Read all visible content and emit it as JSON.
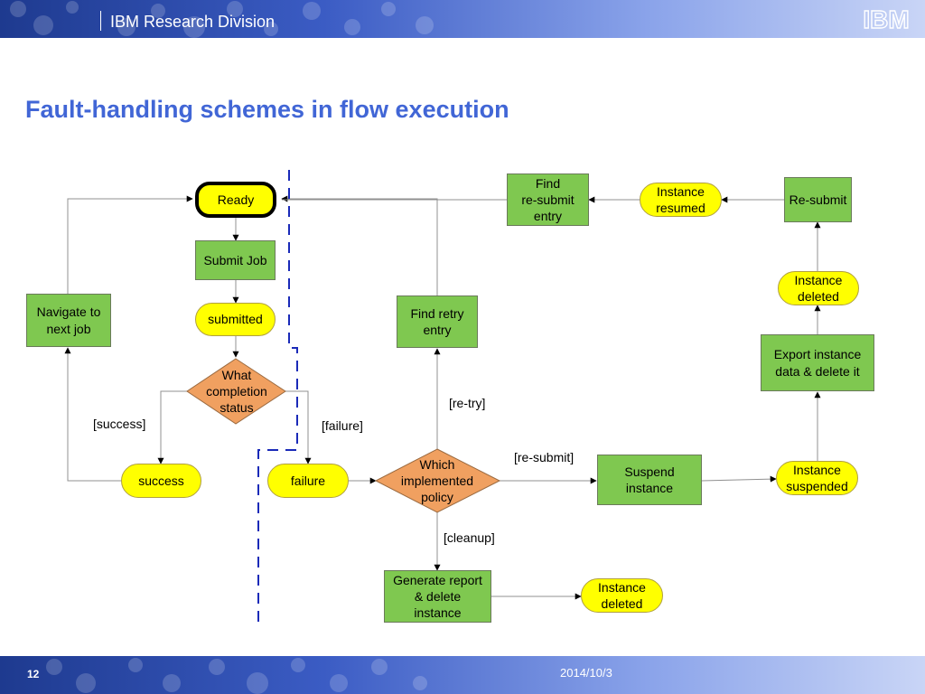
{
  "header": {
    "division": "IBM Research Division",
    "logo_text": "IBM"
  },
  "title": "Fault-handling schemes in flow execution",
  "footer": {
    "page": "12",
    "date": "2014/10/3"
  },
  "nodes": {
    "ready": "Ready",
    "submit_job": "Submit Job",
    "submitted": "submitted",
    "what_completion_status": "What\ncompletion\nstatus",
    "navigate_next_job": "Navigate to\nnext job",
    "success": "success",
    "failure": "failure",
    "which_policy": "Which\nimplemented\npolicy",
    "find_retry_entry": "Find retry\nentry",
    "find_resubmit_entry": "Find\nre-submit\nentry",
    "instance_resumed": "Instance\nresumed",
    "resubmit": "Re-submit",
    "instance_deleted_top": "Instance\ndeleted",
    "export_instance": "Export instance\ndata & delete it",
    "instance_suspended": "Instance\nsuspended",
    "suspend_instance": "Suspend\ninstance",
    "generate_report": "Generate report\n& delete\ninstance",
    "instance_deleted_bottom": "Instance\ndeleted"
  },
  "edge_labels": {
    "success": "[success]",
    "failure": "[failure]",
    "retry": "[re-try]",
    "resubmit": "[re-submit]",
    "cleanup": "[cleanup]"
  },
  "colors": {
    "process": "#7fc850",
    "state": "#ffff00",
    "decision": "#f0a060",
    "title": "#4166d6",
    "boundary": "#1a2ab8"
  }
}
